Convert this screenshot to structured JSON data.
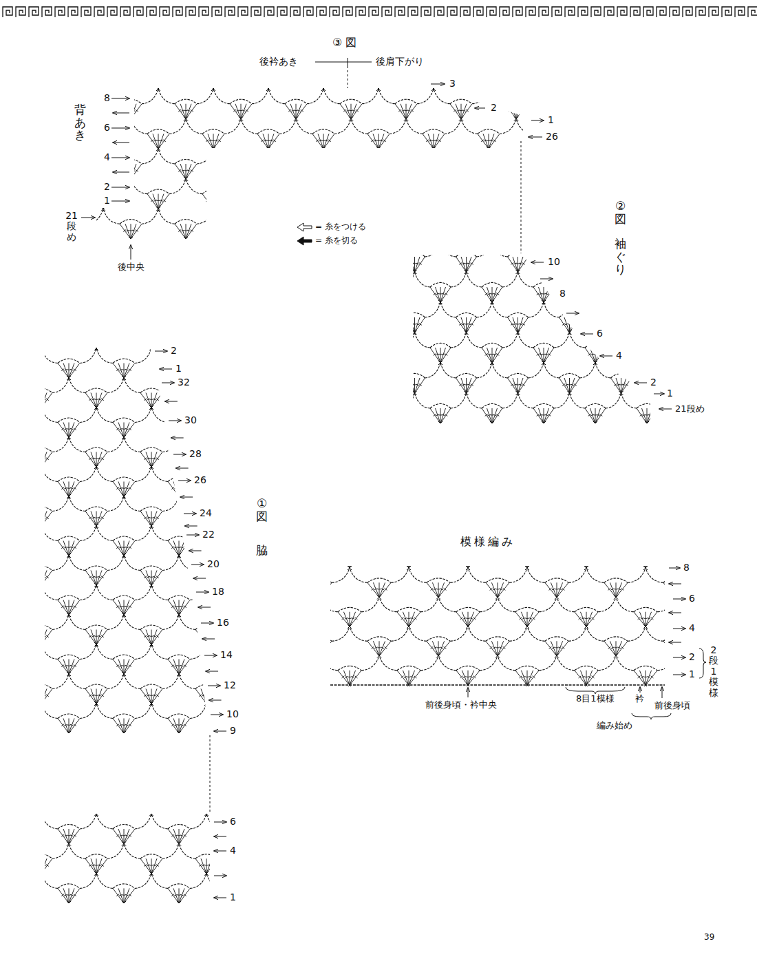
{
  "diagram": {
    "labels": [
      "③ 図",
      "後衿あき",
      "後肩下がり",
      "背あき",
      "8",
      "6",
      "4",
      "2",
      "1",
      "21段め",
      "後中央",
      "3",
      "2",
      "1",
      "26",
      "②図",
      "袖ぐり",
      "10",
      "8",
      "6",
      "4",
      "2",
      "1",
      "21段め",
      "①図",
      "脇",
      "2",
      "1",
      "32",
      "30",
      "28",
      "26",
      "24",
      "22",
      "20",
      "18",
      "16",
      "14",
      "12",
      "10",
      "9",
      "6",
      "4",
      "1",
      "模様編み",
      "8",
      "6",
      "4",
      "2",
      "1",
      "2段1模様",
      "前後身頃・衿中央",
      "8目1模様",
      "衿",
      "前後身頃",
      "編み始め",
      "39"
    ],
    "legend": [
      {
        "text": "= 糸をつける"
      },
      {
        "text": "= 糸を切る"
      }
    ]
  }
}
